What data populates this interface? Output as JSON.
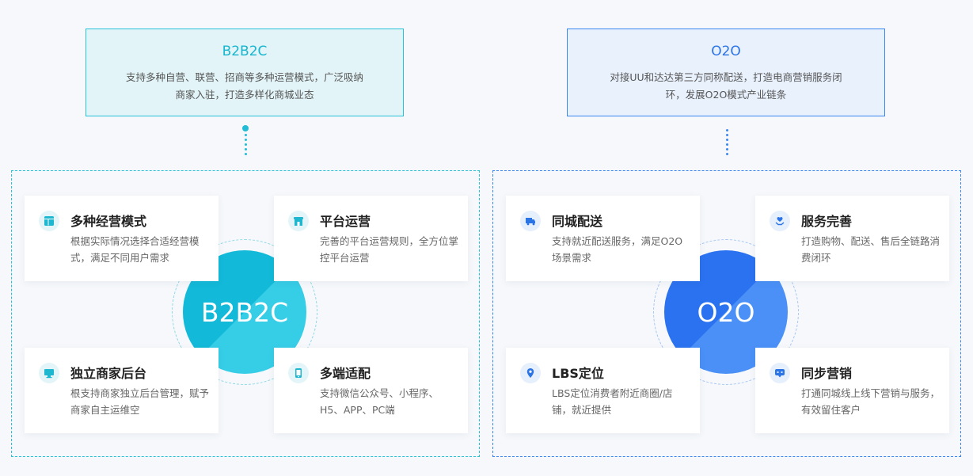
{
  "top": {
    "b2b2c": {
      "title": "B2B2C",
      "desc": "支持多种自营、联营、招商等多种运营模式，广泛吸纳商家入驻，打造多样化商城业态"
    },
    "o2o": {
      "title": "O2O",
      "desc": "对接UU和达达第三方同称配送，打造电商营销服务闭环，发展O2O模式产业链条"
    }
  },
  "panels": {
    "b2b2c": {
      "center": "B2B2C",
      "cards": [
        {
          "title": "多种经营模式",
          "desc": "根据实际情况选择合适经营模式，满足不同用户需求",
          "icon": "layout-icon"
        },
        {
          "title": "平台运营",
          "desc": "完善的平台运营规则，全方位掌控平台运营",
          "icon": "store-icon"
        },
        {
          "title": "独立商家后台",
          "desc": "根支持商家独立后台管理，赋予商家自主运维空",
          "icon": "monitor-icon"
        },
        {
          "title": "多端适配",
          "desc": "支持微信公众号、小程序、H5、APP、PC端",
          "icon": "mobile-icon"
        }
      ]
    },
    "o2o": {
      "center": "O2O",
      "cards": [
        {
          "title": "同城配送",
          "desc": "支持就近配送服务，满足O2O场景需求",
          "icon": "truck-icon"
        },
        {
          "title": "服务完善",
          "desc": "打造购物、配送、售后全链路消费闭环",
          "icon": "heart-hand-icon"
        },
        {
          "title": "LBS定位",
          "desc": "LBS定位消费者附近商圈/店铺，就近提供",
          "icon": "location-pin-icon"
        },
        {
          "title": "同步营销",
          "desc": "打通同城线上线下营销与服务，有效留住客户",
          "icon": "chat-bubble-icon"
        }
      ]
    }
  },
  "colors": {
    "b2b2c_accent": "#16b6cf",
    "o2o_accent": "#2b74e6"
  }
}
